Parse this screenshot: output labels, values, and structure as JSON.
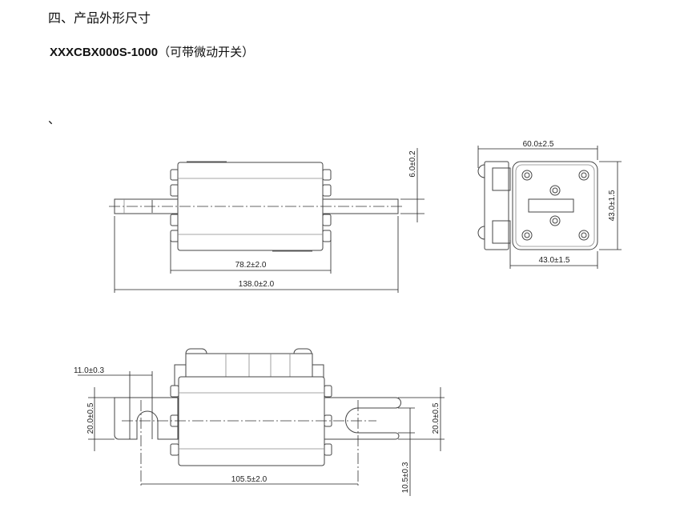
{
  "section_heading": "四、产品外形尺寸",
  "model": {
    "code": "XXXCBX000S-1000",
    "note": "（可带微动开关）"
  },
  "stray_mark": "、",
  "front_view": {
    "shaft_dia": "6.0±0.2",
    "body_length": "78.2±2.0",
    "total_length": "138.0±2.0"
  },
  "end_view": {
    "width_total": "60.0±2.5",
    "height": "43.0±1.5",
    "width_body": "43.0±1.5"
  },
  "side_view": {
    "slot_width": "11.0±0.3",
    "blade_width_left": "20.0±0.5",
    "blade_width_right": "20.0±0.5",
    "slot_offset": "10.5±0.3",
    "hole_distance": "105.5±2.0"
  }
}
